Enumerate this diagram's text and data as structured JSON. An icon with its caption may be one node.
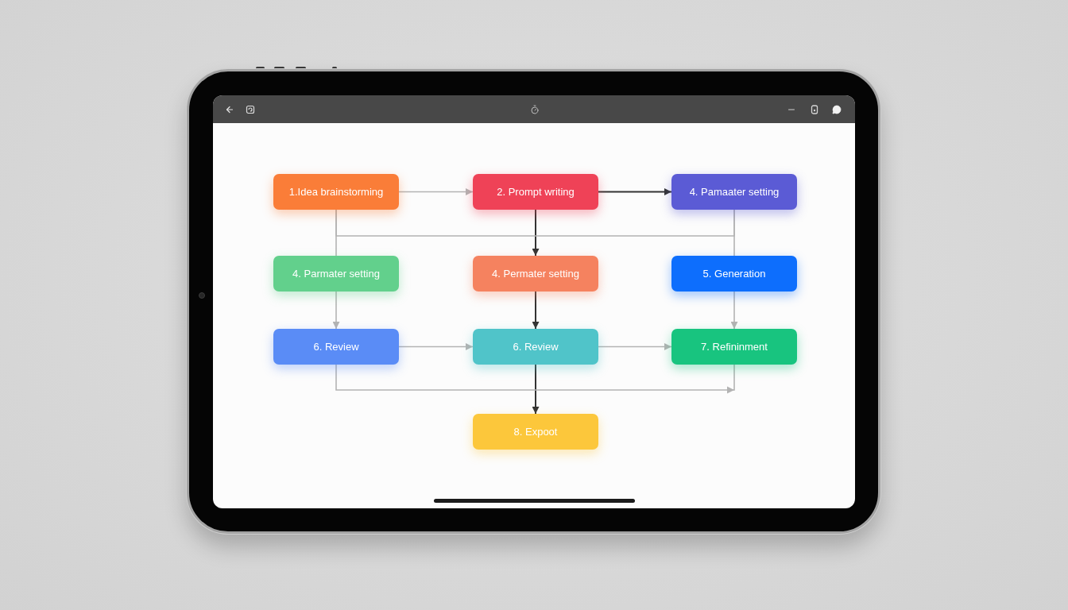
{
  "diagram": {
    "nodes": [
      {
        "text": [
          "1.Idea brainstorming"
        ]
      },
      {
        "text": [
          "2. Prompt writing"
        ]
      },
      {
        "text": [
          "4. Pamaater setting"
        ]
      },
      {
        "text": [
          "4. Parmater setting"
        ]
      },
      {
        "text": [
          "4. Permater setting"
        ]
      },
      {
        "text": [
          "5. Generation"
        ]
      },
      {
        "text": [
          "6. Review"
        ]
      },
      {
        "text": [
          "6. Review"
        ]
      },
      {
        "text": [
          "7. Refininment"
        ]
      },
      {
        "text": [
          "8. Expoot"
        ]
      }
    ],
    "edges": [
      {
        "from": 0,
        "to": 1,
        "arrow": "to"
      },
      {
        "from": 1,
        "to": 2,
        "arrow": "to",
        "color": "#333333"
      },
      {
        "from": 1,
        "to": 4,
        "arrow": "to",
        "color": "#333333"
      },
      {
        "from": 0,
        "to": 3,
        "arrow": "none"
      },
      {
        "from": 2,
        "to": 5,
        "arrow": "none"
      },
      {
        "from": 0,
        "to": 2,
        "arrow": "none"
      },
      {
        "from": 3,
        "to": 6,
        "arrow": "to"
      },
      {
        "from": 4,
        "to": 7,
        "arrow": "to",
        "color": "#333333"
      },
      {
        "from": 5,
        "to": 8,
        "arrow": "to"
      },
      {
        "from": 6,
        "to": 7,
        "arrow": "to"
      },
      {
        "from": 7,
        "to": 8,
        "arrow": "to"
      },
      {
        "from": 7,
        "to": 9,
        "arrow": "to",
        "color": "#333333"
      },
      {
        "from": 6,
        "to": 8,
        "arrow": "to"
      }
    ]
  }
}
